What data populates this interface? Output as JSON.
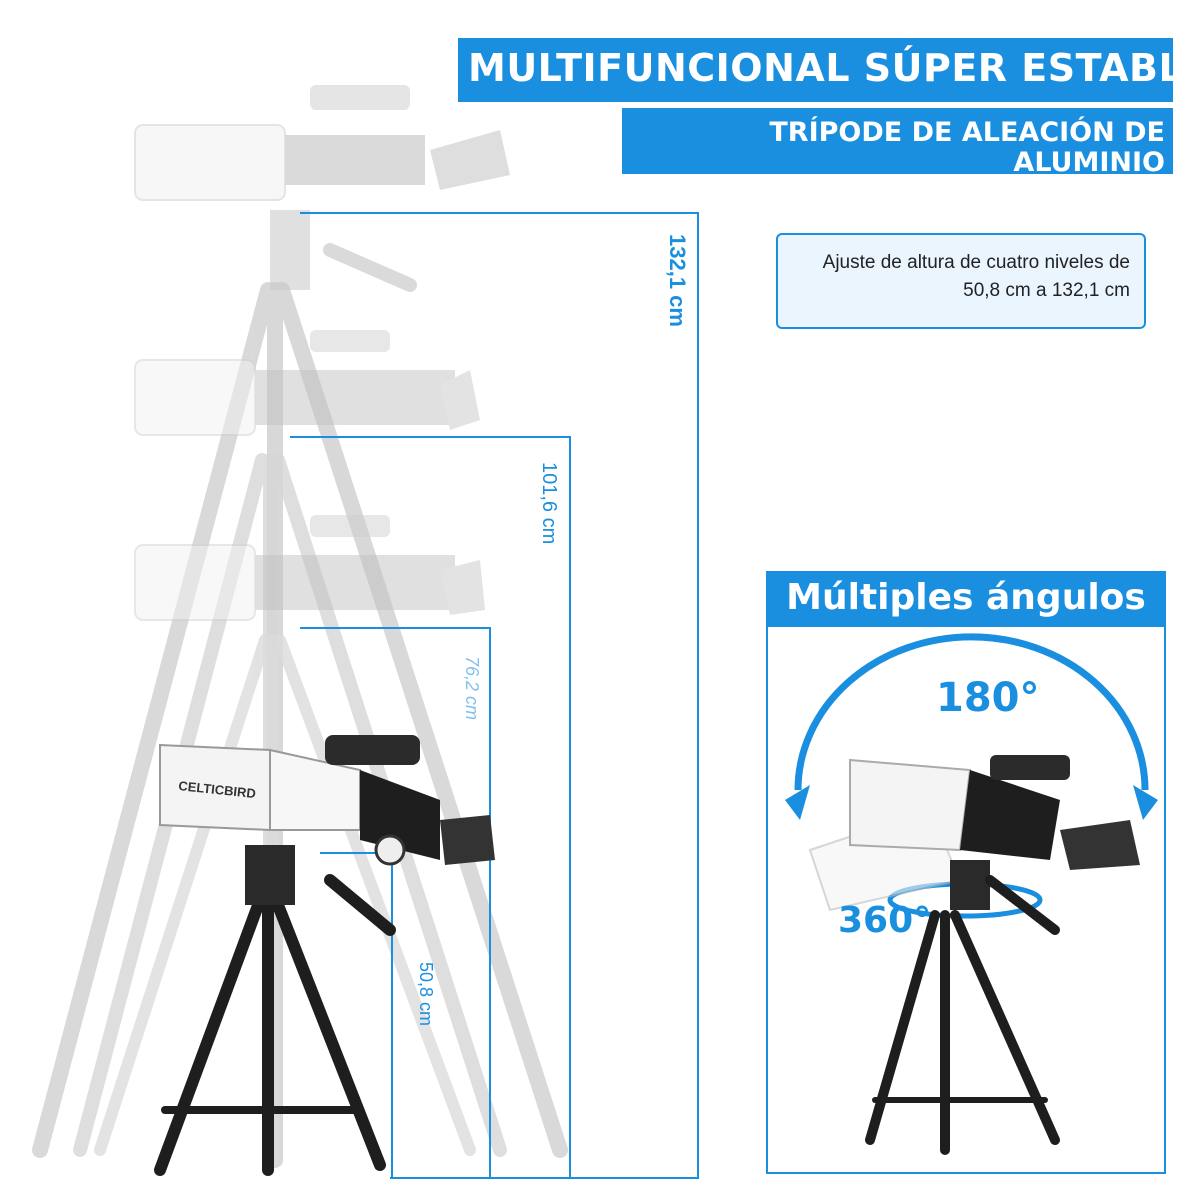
{
  "header": {
    "title": "MULTIFUNCIONAL SÚPER ESTABLE",
    "subtitle": "TRÍPODE DE ALEACIÓN DE ALUMINIO"
  },
  "info": {
    "text": "Ajuste de altura de cuatro niveles de 50,8 cm a 132,1 cm"
  },
  "heights": {
    "h1": "132,1 cm",
    "h2": "101,6 cm",
    "h3": "76,2 cm",
    "h4": "50,8 cm"
  },
  "angles": {
    "title": "Múltiples ángulos",
    "vertical": "180°",
    "horizontal": "360°"
  },
  "brand": "CELTICBIRD",
  "colors": {
    "accent": "#1a8fe0",
    "tube": "#f4f4f4",
    "metal": "#1e1e1e"
  }
}
